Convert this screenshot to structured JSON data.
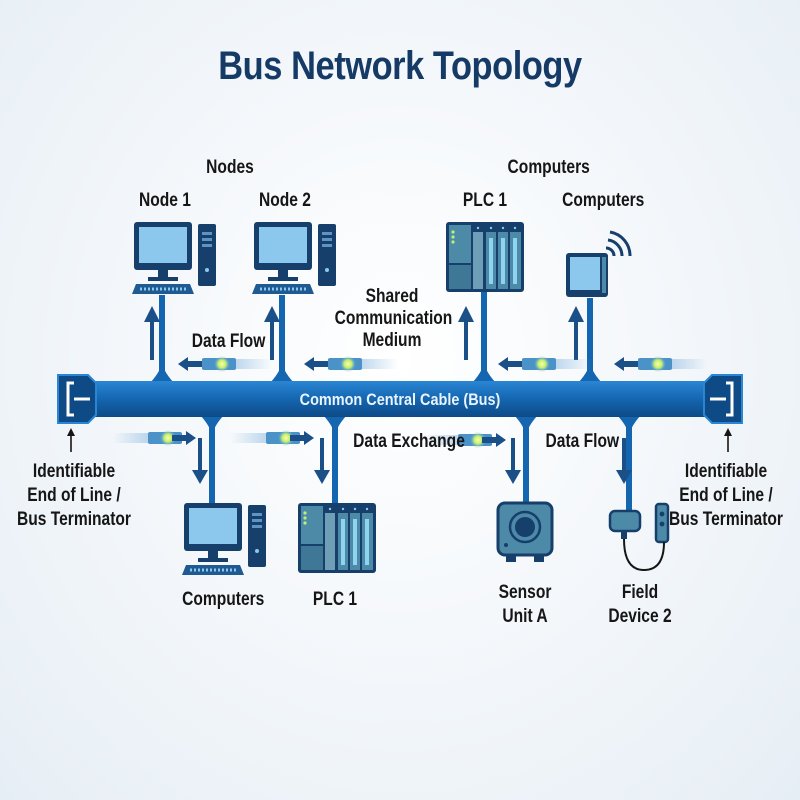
{
  "title": "Bus Network Topology",
  "colors": {
    "bus": "#1566b0",
    "bus_dark": "#0d4a86",
    "device_dark": "#163f6c",
    "screen": "#8cc8ee",
    "plc_body": "#4d8aa8",
    "arrow": "#1a4f88",
    "packet_glow": "#d9f27a"
  },
  "bus": {
    "label": "Common Central Cable (Bus)"
  },
  "groups": {
    "nodes_header": "Nodes",
    "computers_header": "Computers"
  },
  "top_devices": [
    {
      "label": "Node 1",
      "icon": "desktop-computer-icon"
    },
    {
      "label": "Node 2",
      "icon": "desktop-computer-icon"
    },
    {
      "label": "PLC 1",
      "icon": "plc-icon"
    },
    {
      "label": "Computers",
      "icon": "wireless-terminal-icon"
    }
  ],
  "bottom_devices": [
    {
      "label": "Computers",
      "icon": "desktop-computer-icon"
    },
    {
      "label": "PLC 1",
      "icon": "plc-icon"
    },
    {
      "label": "Sensor Unit A",
      "line1": "Sensor",
      "line2": "Unit A",
      "icon": "sensor-icon"
    },
    {
      "label": "Field Device 2",
      "line1": "Field",
      "line2": "Device 2",
      "icon": "field-device-icon"
    }
  ],
  "annotations": {
    "data_flow_top": "Data Flow",
    "shared_medium_1": "Shared",
    "shared_medium_2": "Communication",
    "shared_medium_3": "Medium",
    "data_exchange": "Data Exchange",
    "data_flow_bottom": "Data Flow"
  },
  "terminators": {
    "left": {
      "line1": "Identifiable",
      "line2": "End of Line /",
      "line3": "Bus Terminator"
    },
    "right": {
      "line1": "Identifiable",
      "line2": "End of Line /",
      "line3": "Bus Terminator"
    }
  }
}
